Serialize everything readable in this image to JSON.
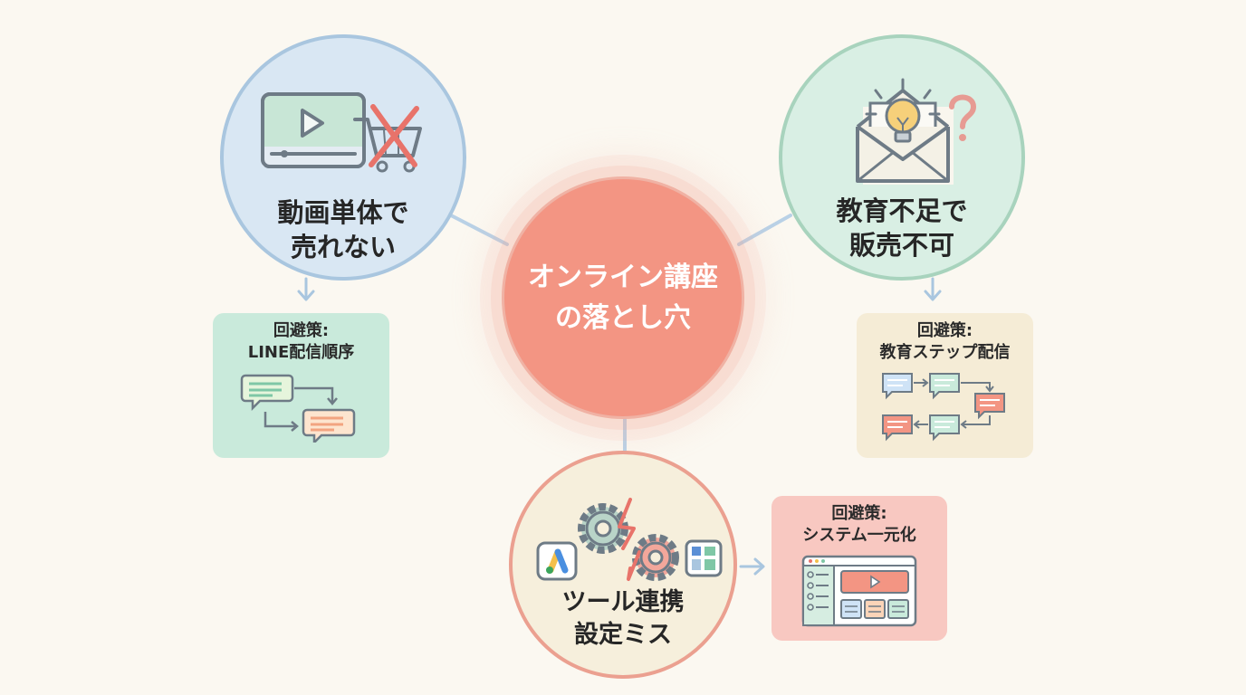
{
  "center": {
    "title_lines": [
      "オンライン講座",
      "の落とし穴"
    ]
  },
  "pitfalls": [
    {
      "title_lines": [
        "動画単体で",
        "売れない"
      ]
    },
    {
      "title_lines": [
        "教育不足で",
        "販売不可"
      ]
    },
    {
      "title_lines": [
        "ツール連携",
        "設定ミス"
      ]
    }
  ],
  "solutions": [
    {
      "title_lines": [
        "回避策:",
        "LINE配信順序"
      ]
    },
    {
      "title_lines": [
        "回避策:",
        "教育ステップ配信"
      ]
    },
    {
      "title_lines": [
        "回避策:",
        "システム一元化"
      ]
    }
  ],
  "icons": {
    "video": "video-player-icon",
    "cart_cross": "crossed-cart-icon",
    "envelope": "envelope-icon",
    "bulb": "lightbulb-icon",
    "question": "question-mark-icon",
    "gears": "gears-icon",
    "lightning": "lightning-icon",
    "ads": "google-ads-icon",
    "analytics": "analytics-icon",
    "chat_flow": "chat-flow-icon",
    "step_flow": "step-flow-icon",
    "dashboard": "dashboard-icon"
  },
  "colors": {
    "background": "#fbf8f1",
    "center": "#f39583",
    "blue": "#d9e7f3",
    "green": "#d9efe4",
    "cream": "#f6efdc",
    "red_accent": "#e8736a"
  }
}
